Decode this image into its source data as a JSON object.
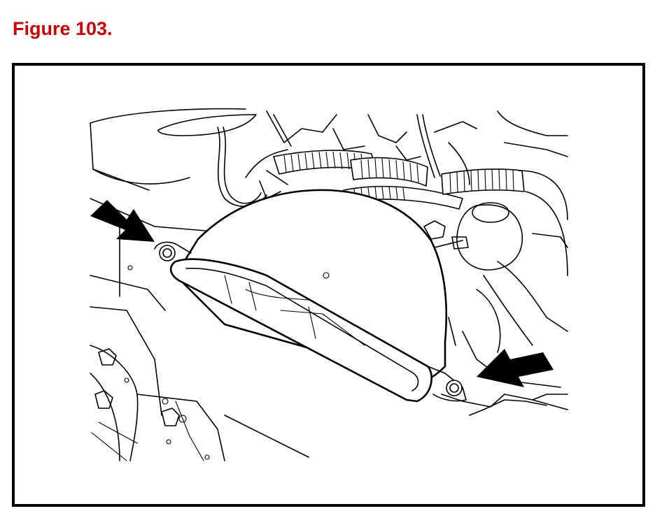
{
  "figure": {
    "title": "Figure 103."
  },
  "colors": {
    "title": "#d40000",
    "frame": "#000000",
    "background": "#ffffff"
  },
  "illustration": {
    "callouts": [
      {
        "name": "left-fastener-callout-arrow",
        "points_to": "left-mounting-bolt"
      },
      {
        "name": "right-fastener-callout-arrow",
        "points_to": "right-mounting-bolt"
      }
    ]
  }
}
